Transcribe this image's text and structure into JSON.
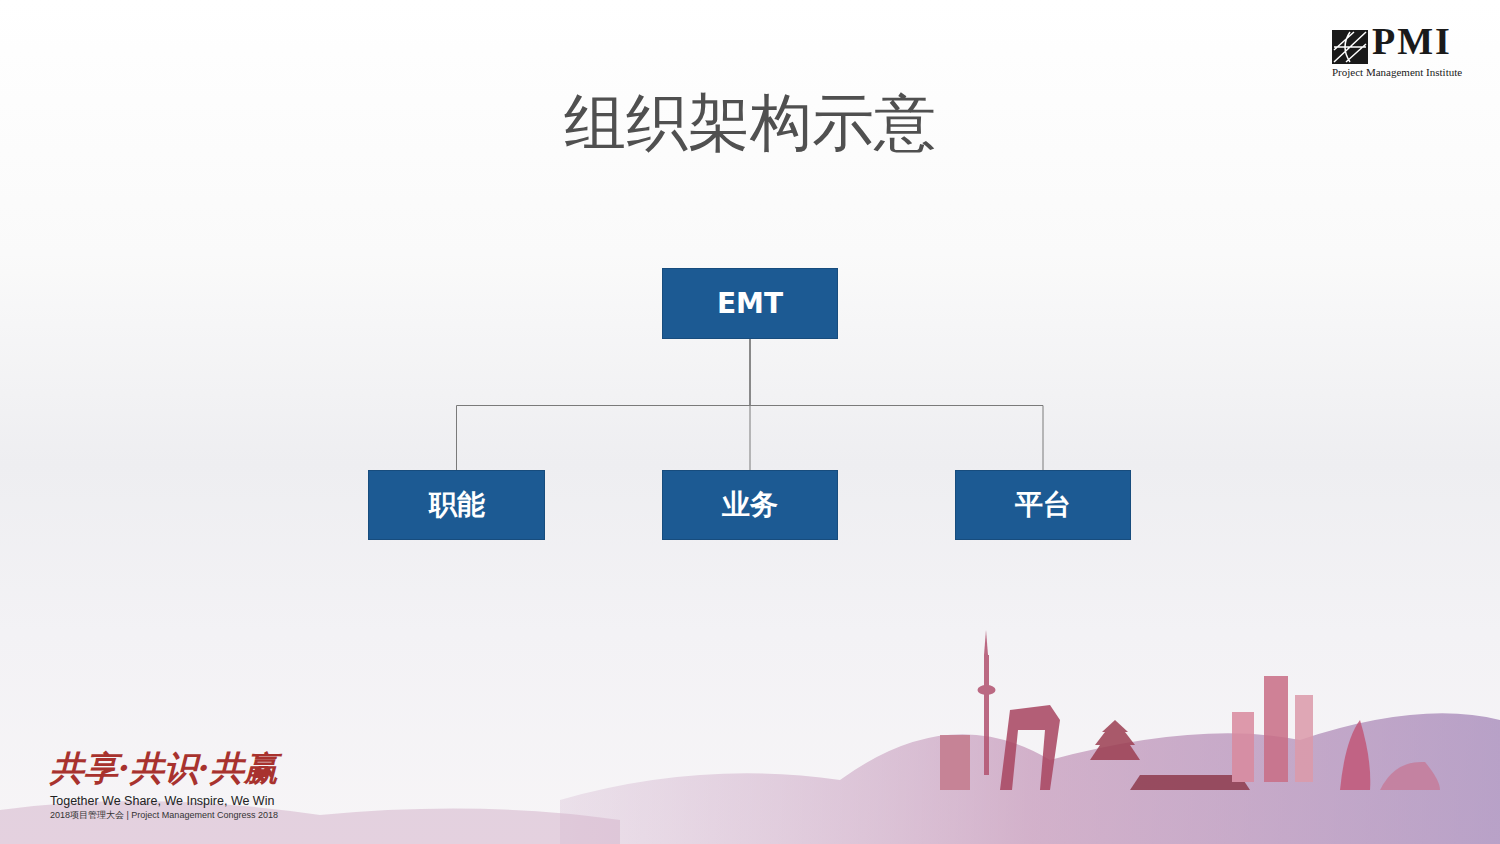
{
  "diagram": {
    "title": "组织架构示意",
    "nodes": [
      {
        "text": [
          "EMT"
        ]
      },
      {
        "text": [
          "职能"
        ]
      },
      {
        "text": [
          "业务"
        ]
      },
      {
        "text": [
          "平台"
        ]
      }
    ],
    "edges": [
      {
        "from": 0,
        "to": 1,
        "arrow": "none"
      },
      {
        "from": 0,
        "to": 2,
        "arrow": "none"
      },
      {
        "from": 0,
        "to": 3,
        "arrow": "none"
      }
    ],
    "labels": [
      "PMI",
      "Project Management Institute",
      "共享·共识·共赢",
      "Together We Share, We Inspire, We Win",
      "2018项目管理大会 | Project Management Congress 2018"
    ]
  }
}
